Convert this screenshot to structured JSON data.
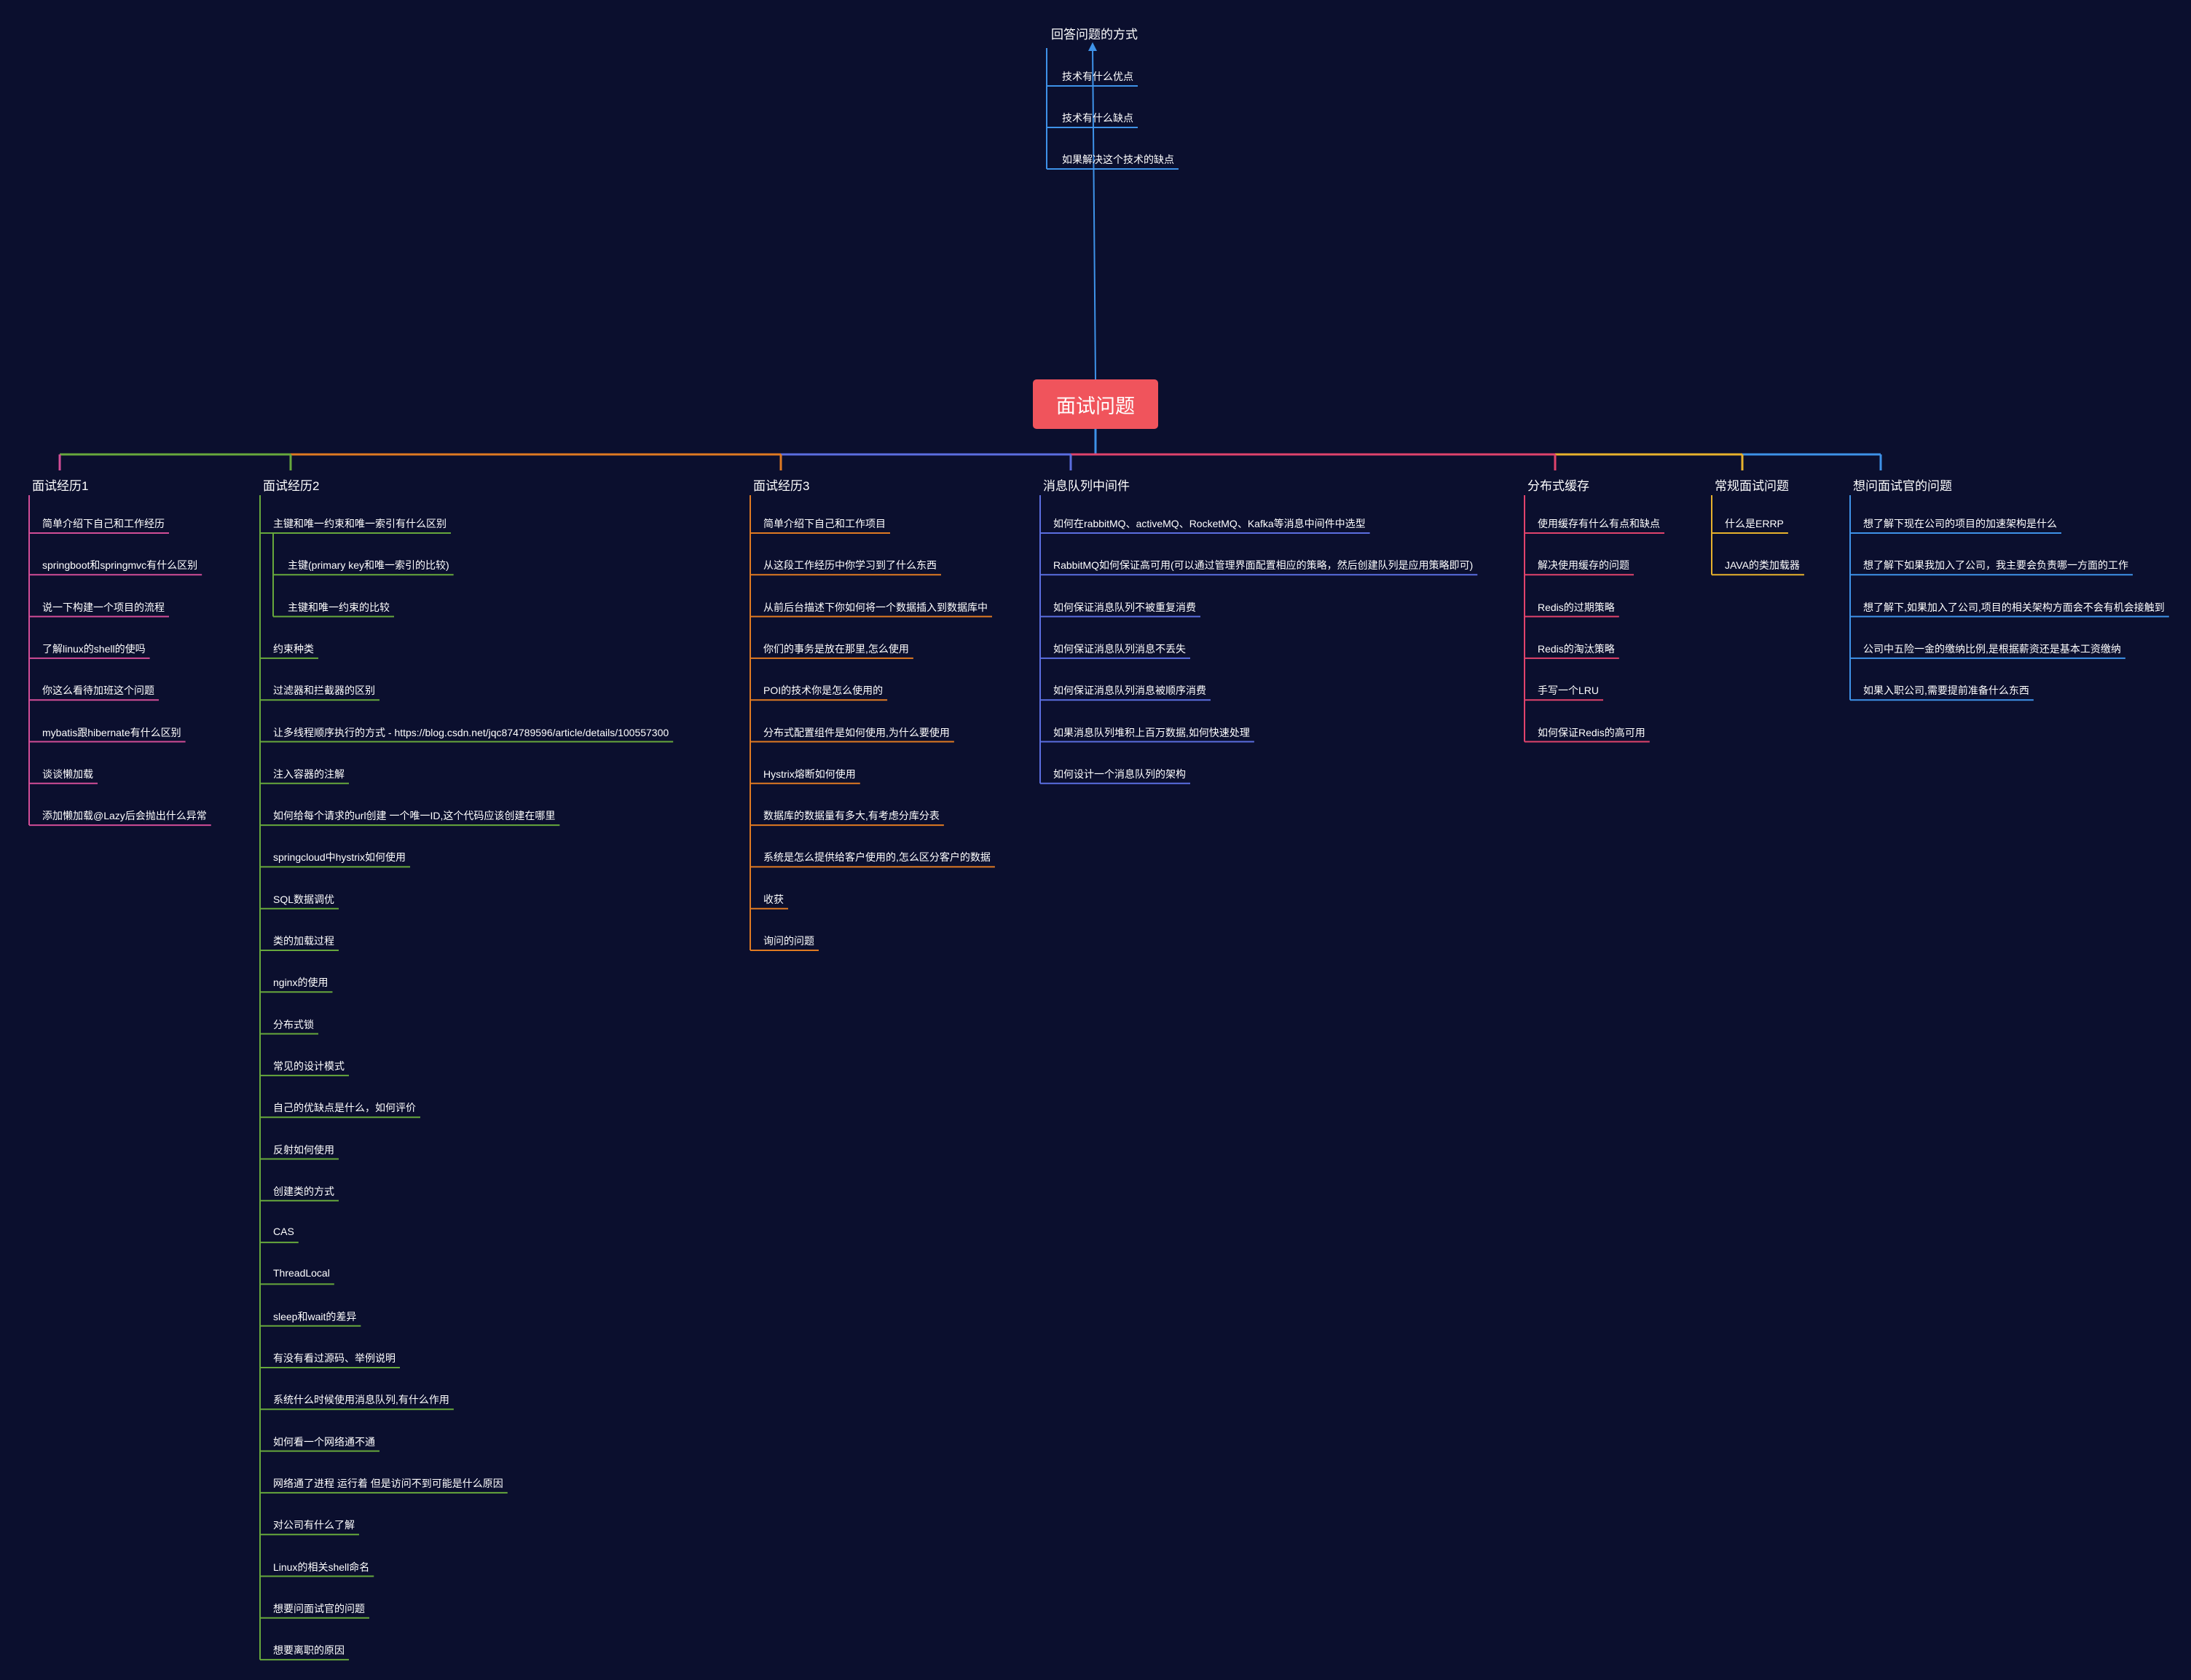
{
  "root": {
    "label": "面试问题"
  },
  "top_branch": {
    "title": "回答问题的方式",
    "color": "#3e92e8",
    "items": [
      "技术有什么优点",
      "技术有什么缺点",
      "如果解决这个技术的缺点"
    ]
  },
  "branches": [
    {
      "title": "面试经历1",
      "color": "#d24d97",
      "items": [
        {
          "label": "简单介绍下自己和工作经历"
        },
        {
          "label": "springboot和springmvc有什么区别"
        },
        {
          "label": "说一下构建一个项目的流程"
        },
        {
          "label": "了解linux的shell的使吗"
        },
        {
          "label": "你这么看待加班这个问题"
        },
        {
          "label": "mybatis跟hibernate有什么区别"
        },
        {
          "label": "谈谈懒加载"
        },
        {
          "label": "添加懒加载@Lazy后会抛出什么异常"
        }
      ]
    },
    {
      "title": "面试经历2",
      "color": "#67a83c",
      "items": [
        {
          "label": "主键和唯一约束和唯一索引有什么区别",
          "children": [
            "主键(primary key和唯一索引的比较)",
            "主键和唯一约束的比较"
          ]
        },
        {
          "label": "约束种类"
        },
        {
          "label": "过滤器和拦截器的区别"
        },
        {
          "label": "让多线程顺序执行的方式 - https://blog.csdn.net/jqc874789596/article/details/100557300"
        },
        {
          "label": "注入容器的注解"
        },
        {
          "label": "如何给每个请求的url创建 一个唯一ID,这个代码应该创建在哪里"
        },
        {
          "label": "springcloud中hystrix如何使用"
        },
        {
          "label": "SQL数据调优"
        },
        {
          "label": "类的加载过程"
        },
        {
          "label": "nginx的使用"
        },
        {
          "label": "分布式锁"
        },
        {
          "label": "常见的设计模式"
        },
        {
          "label": "自己的优缺点是什么，如何评价"
        },
        {
          "label": "反射如何使用"
        },
        {
          "label": "创建类的方式"
        },
        {
          "label": "CAS"
        },
        {
          "label": "ThreadLocal"
        },
        {
          "label": "sleep和wait的差异"
        },
        {
          "label": "有没有看过源码、举例说明"
        },
        {
          "label": "系统什么时候使用消息队列,有什么作用"
        },
        {
          "label": "如何看一个网络通不通"
        },
        {
          "label": "网络通了进程 运行着 但是访问不到可能是什么原因"
        },
        {
          "label": "对公司有什么了解"
        },
        {
          "label": "Linux的相关shell命名"
        },
        {
          "label": "想要问面试官的问题"
        },
        {
          "label": "想要离职的原因"
        }
      ]
    },
    {
      "title": "面试经历3",
      "color": "#e07a22",
      "items": [
        {
          "label": "简单介绍下自己和工作项目"
        },
        {
          "label": "从这段工作经历中你学习到了什么东西"
        },
        {
          "label": "从前后台描述下你如何将一个数据插入到数据库中"
        },
        {
          "label": "你们的事务是放在那里,怎么使用"
        },
        {
          "label": "POI的技术你是怎么使用的"
        },
        {
          "label": "分布式配置组件是如何使用,为什么要使用"
        },
        {
          "label": "Hystrix熔断如何使用"
        },
        {
          "label": "数据库的数据量有多大,有考虑分库分表"
        },
        {
          "label": "系统是怎么提供给客户使用的,怎么区分客户的数据"
        },
        {
          "label": "收获"
        },
        {
          "label": "询问的问题"
        }
      ]
    },
    {
      "title": "消息队列中间件",
      "color": "#5b6ee0",
      "items": [
        {
          "label": "如何在rabbitMQ、activeMQ、RocketMQ、Kafka等消息中间件中选型"
        },
        {
          "label": "RabbitMQ如何保证高可用(可以通过管理界面配置相应的策略，然后创建队列是应用策略即可)"
        },
        {
          "label": "如何保证消息队列不被重复消费"
        },
        {
          "label": "如何保证消息队列消息不丢失"
        },
        {
          "label": "如何保证消息队列消息被顺序消费"
        },
        {
          "label": "如果消息队列堆积上百万数据,如何快速处理"
        },
        {
          "label": "如何设计一个消息队列的架构"
        }
      ]
    },
    {
      "title": "分布式缓存",
      "color": "#e0436c",
      "items": [
        {
          "label": "使用缓存有什么有点和缺点"
        },
        {
          "label": "解决使用缓存的问题"
        },
        {
          "label": "Redis的过期策略"
        },
        {
          "label": "Redis的淘汰策略"
        },
        {
          "label": "手写一个LRU"
        },
        {
          "label": "如何保证Redis的高可用"
        }
      ]
    },
    {
      "title": "常规面试问题",
      "color": "#e8b22c",
      "items": [
        {
          "label": "什么是ERRP"
        },
        {
          "label": "JAVA的类加载器"
        }
      ]
    },
    {
      "title": "想问面试官的问题",
      "color": "#3e92e8",
      "items": [
        {
          "label": "想了解下现在公司的项目的加速架构是什么"
        },
        {
          "label": "想了解下如果我加入了公司，我主要会负责哪一方面的工作"
        },
        {
          "label": "想了解下,如果加入了公司,项目的相关架构方面会不会有机会接触到"
        },
        {
          "label": "公司中五险一金的缴纳比例,是根据薪资还是基本工资缴纳"
        },
        {
          "label": "如果入职公司,需要提前准备什么东西"
        }
      ]
    }
  ]
}
